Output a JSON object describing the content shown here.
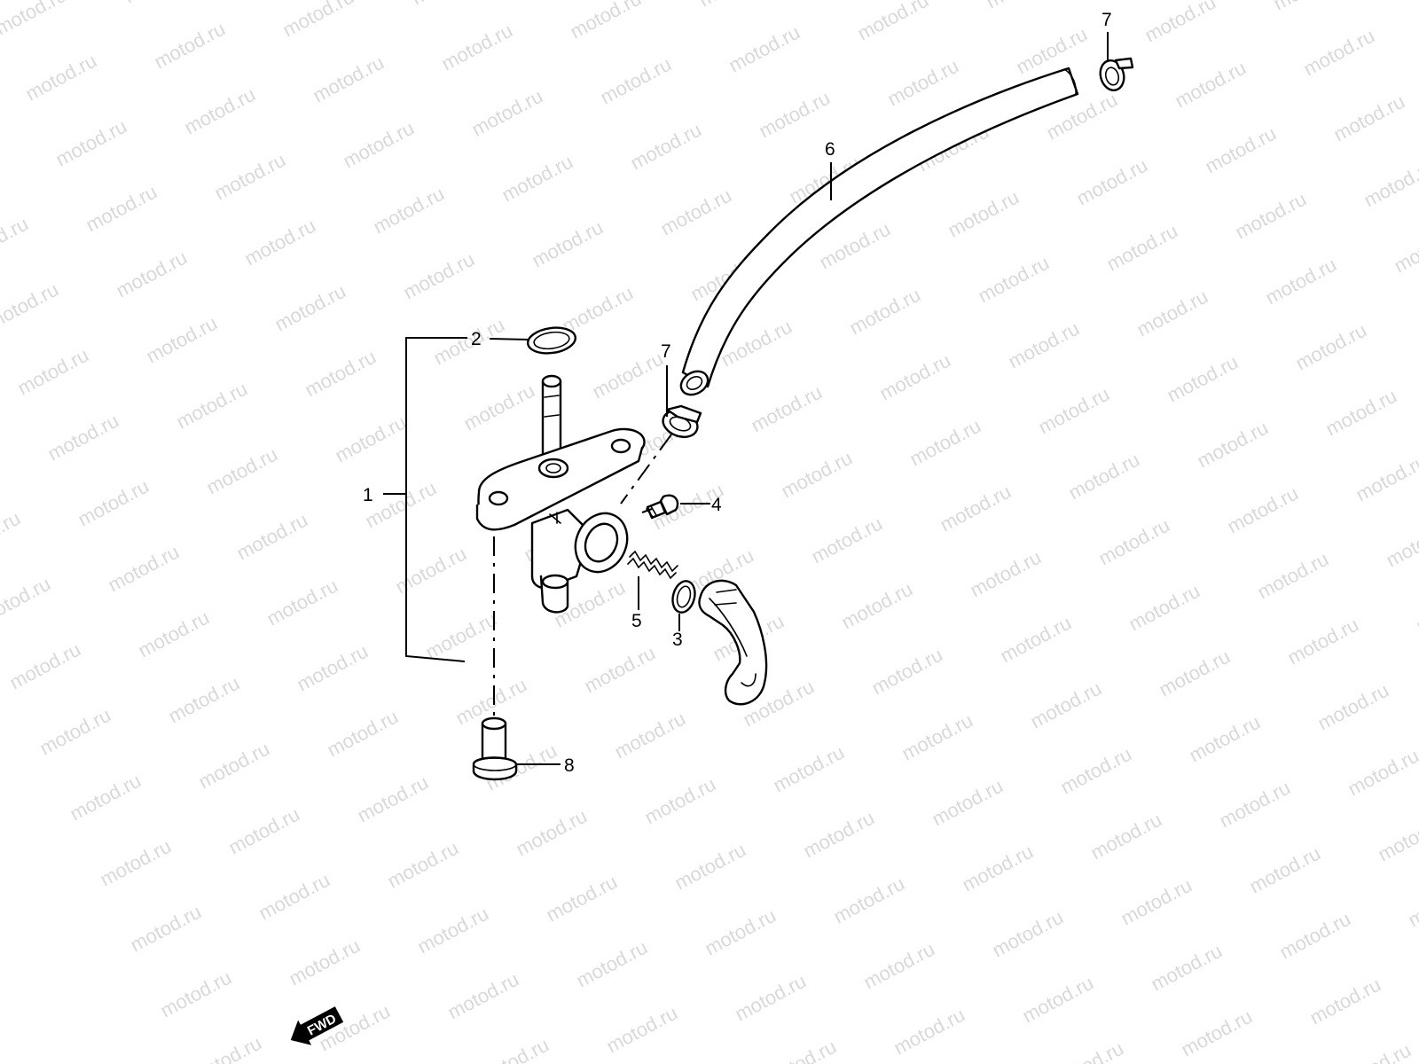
{
  "watermark": {
    "text": "motod.ru",
    "color": "#d9d9d9"
  },
  "callouts": [
    {
      "id": "1",
      "label": "1"
    },
    {
      "id": "2",
      "label": "2"
    },
    {
      "id": "3",
      "label": "3"
    },
    {
      "id": "4",
      "label": "4"
    },
    {
      "id": "5",
      "label": "5"
    },
    {
      "id": "6",
      "label": "6"
    },
    {
      "id": "7a",
      "label": "7"
    },
    {
      "id": "7b",
      "label": "7"
    },
    {
      "id": "8",
      "label": "8"
    }
  ],
  "fwd_badge": {
    "label": "FWD"
  },
  "icons": [
    "fuel-cock-body",
    "o-ring",
    "fuel-hose",
    "hose-clamp",
    "screw",
    "spring",
    "lever",
    "drain-bolt",
    "fwd-arrow-icon"
  ]
}
